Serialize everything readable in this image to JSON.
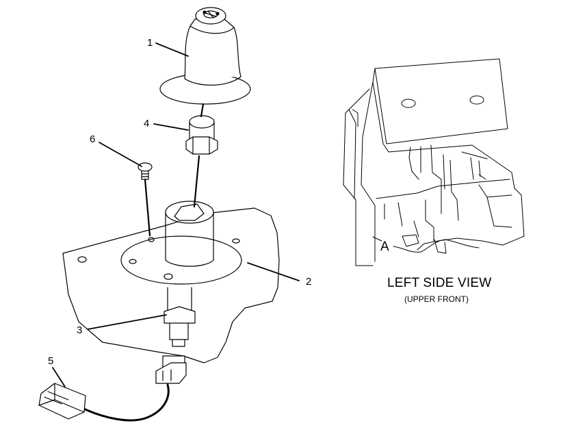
{
  "callouts": [
    {
      "id": "1",
      "text": "1"
    },
    {
      "id": "2",
      "text": "2"
    },
    {
      "id": "3",
      "text": "3"
    },
    {
      "id": "4",
      "text": "4"
    },
    {
      "id": "5",
      "text": "5"
    },
    {
      "id": "6",
      "text": "6"
    }
  ],
  "view": {
    "title": "LEFT SIDE VIEW",
    "subtitle": "(UPPER FRONT)",
    "marker": "A"
  }
}
